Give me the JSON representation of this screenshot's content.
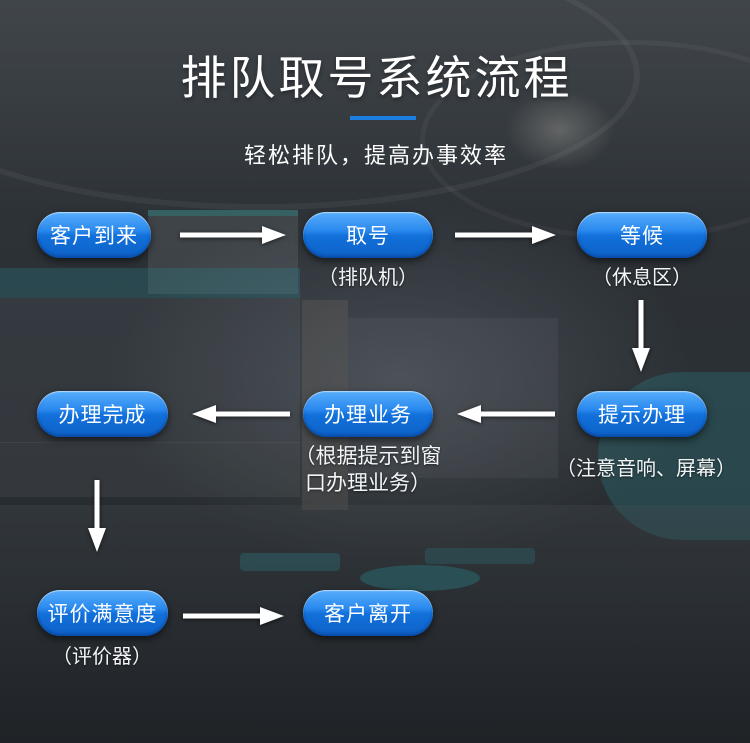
{
  "title": "排队取号系统流程",
  "subtitle": "轻松排队，提高办事效率",
  "colors": {
    "accent": "#1a7fe0",
    "pill_top": "#57aefc",
    "pill_bottom": "#0d62c8",
    "text": "#ffffff",
    "arrow": "#ffffff"
  },
  "nodes": {
    "arrive": {
      "label": "客户到来"
    },
    "ticket": {
      "label": "取号",
      "note": "（排队机）"
    },
    "wait": {
      "label": "等候",
      "note": "（休息区）"
    },
    "prompt": {
      "label": "提示办理",
      "note": "（注意音响、屏幕）"
    },
    "process": {
      "label": "办理业务",
      "note_lines": [
        "（根据提示到窗",
        "口办理业务）"
      ]
    },
    "complete": {
      "label": "办理完成"
    },
    "rate": {
      "label": "评价满意度",
      "note": "（评价器）"
    },
    "leave": {
      "label": "客户离开"
    }
  }
}
